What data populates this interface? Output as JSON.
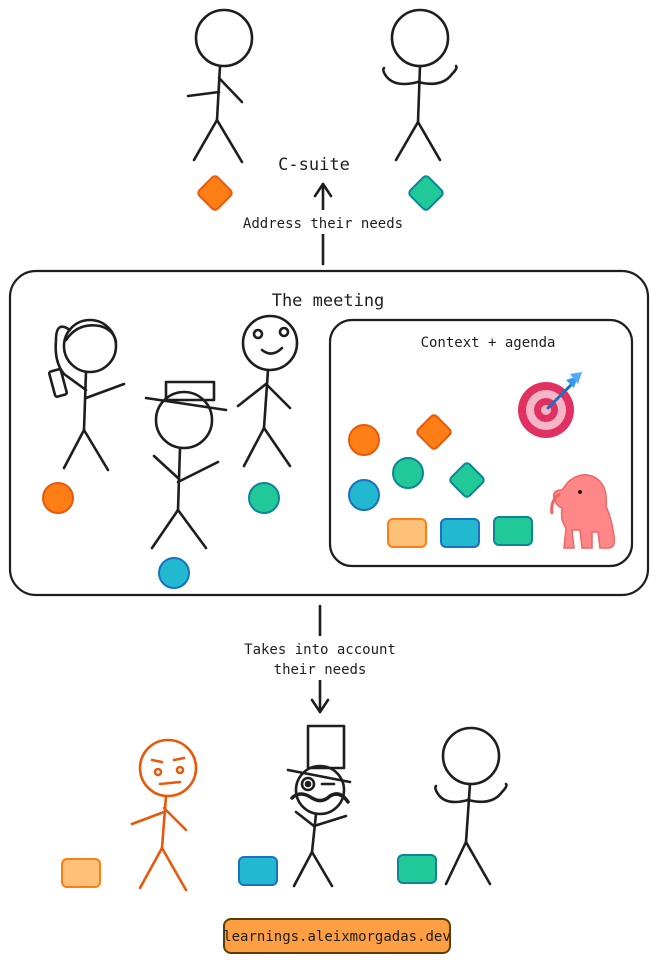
{
  "labels": {
    "csuite": "C-suite",
    "address": "Address their needs",
    "meeting": "The meeting",
    "context": "Context + agenda",
    "takes_line1": "Takes into account",
    "takes_line2": "their needs",
    "footer": "learnings.aleixmorgadas.dev"
  },
  "icons": [
    "target-icon",
    "elephant-icon"
  ],
  "colors": {
    "ink": "#1e1e1e",
    "orange": "#fd7e14",
    "orange_stroke": "#e8590c",
    "teal": "#20c997",
    "teal_stroke": "#0c8599",
    "blue": "#22b8cf",
    "blue_stroke": "#1971c2",
    "peach": "#ffc078",
    "pink": "#ff8787",
    "footer_bg": "#fd9f42",
    "footer_border": "#5c3d00"
  }
}
